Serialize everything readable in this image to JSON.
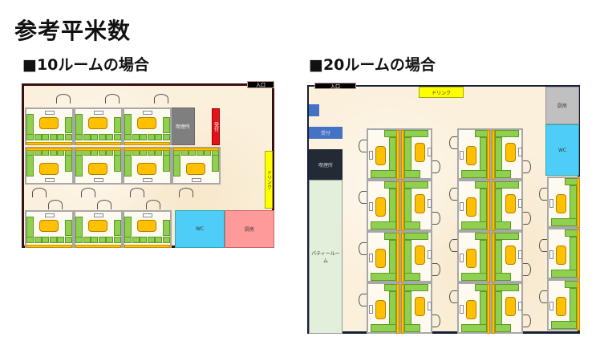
{
  "page": {
    "title": "参考平米数",
    "section_10": "■10ルームの場合",
    "section_20": "■20ルームの場合"
  },
  "plan10": {
    "entrance": "入口",
    "smoking": "喫煙所",
    "reception": "受付",
    "drink": "ドリンク",
    "wc": "WC",
    "kitchen": "厨房",
    "room_count": 10,
    "colors": {
      "wall": "#3a1010",
      "smoking": "#7f7f7f",
      "reception": "#e3121b",
      "drink": "#ffff00",
      "wc": "#4dcdf7",
      "kitchen": "#ff9a9a",
      "seat": "#8fd14f",
      "table": "#ffc000"
    }
  },
  "plan20": {
    "entrance": "入口",
    "drink": "ドリンク",
    "kitchen": "厨房",
    "wc": "WC",
    "reception": "受付",
    "smoking": "喫煙所",
    "party_room": "パティールーム",
    "room_count": 20,
    "colors": {
      "wall": "#14203a",
      "reception": "#4472c4",
      "smoking": "#222a35",
      "party": "#e2efda",
      "kitchen": "#c0c0c0",
      "wc": "#4dcdf7",
      "drink": "#ffff00"
    }
  }
}
